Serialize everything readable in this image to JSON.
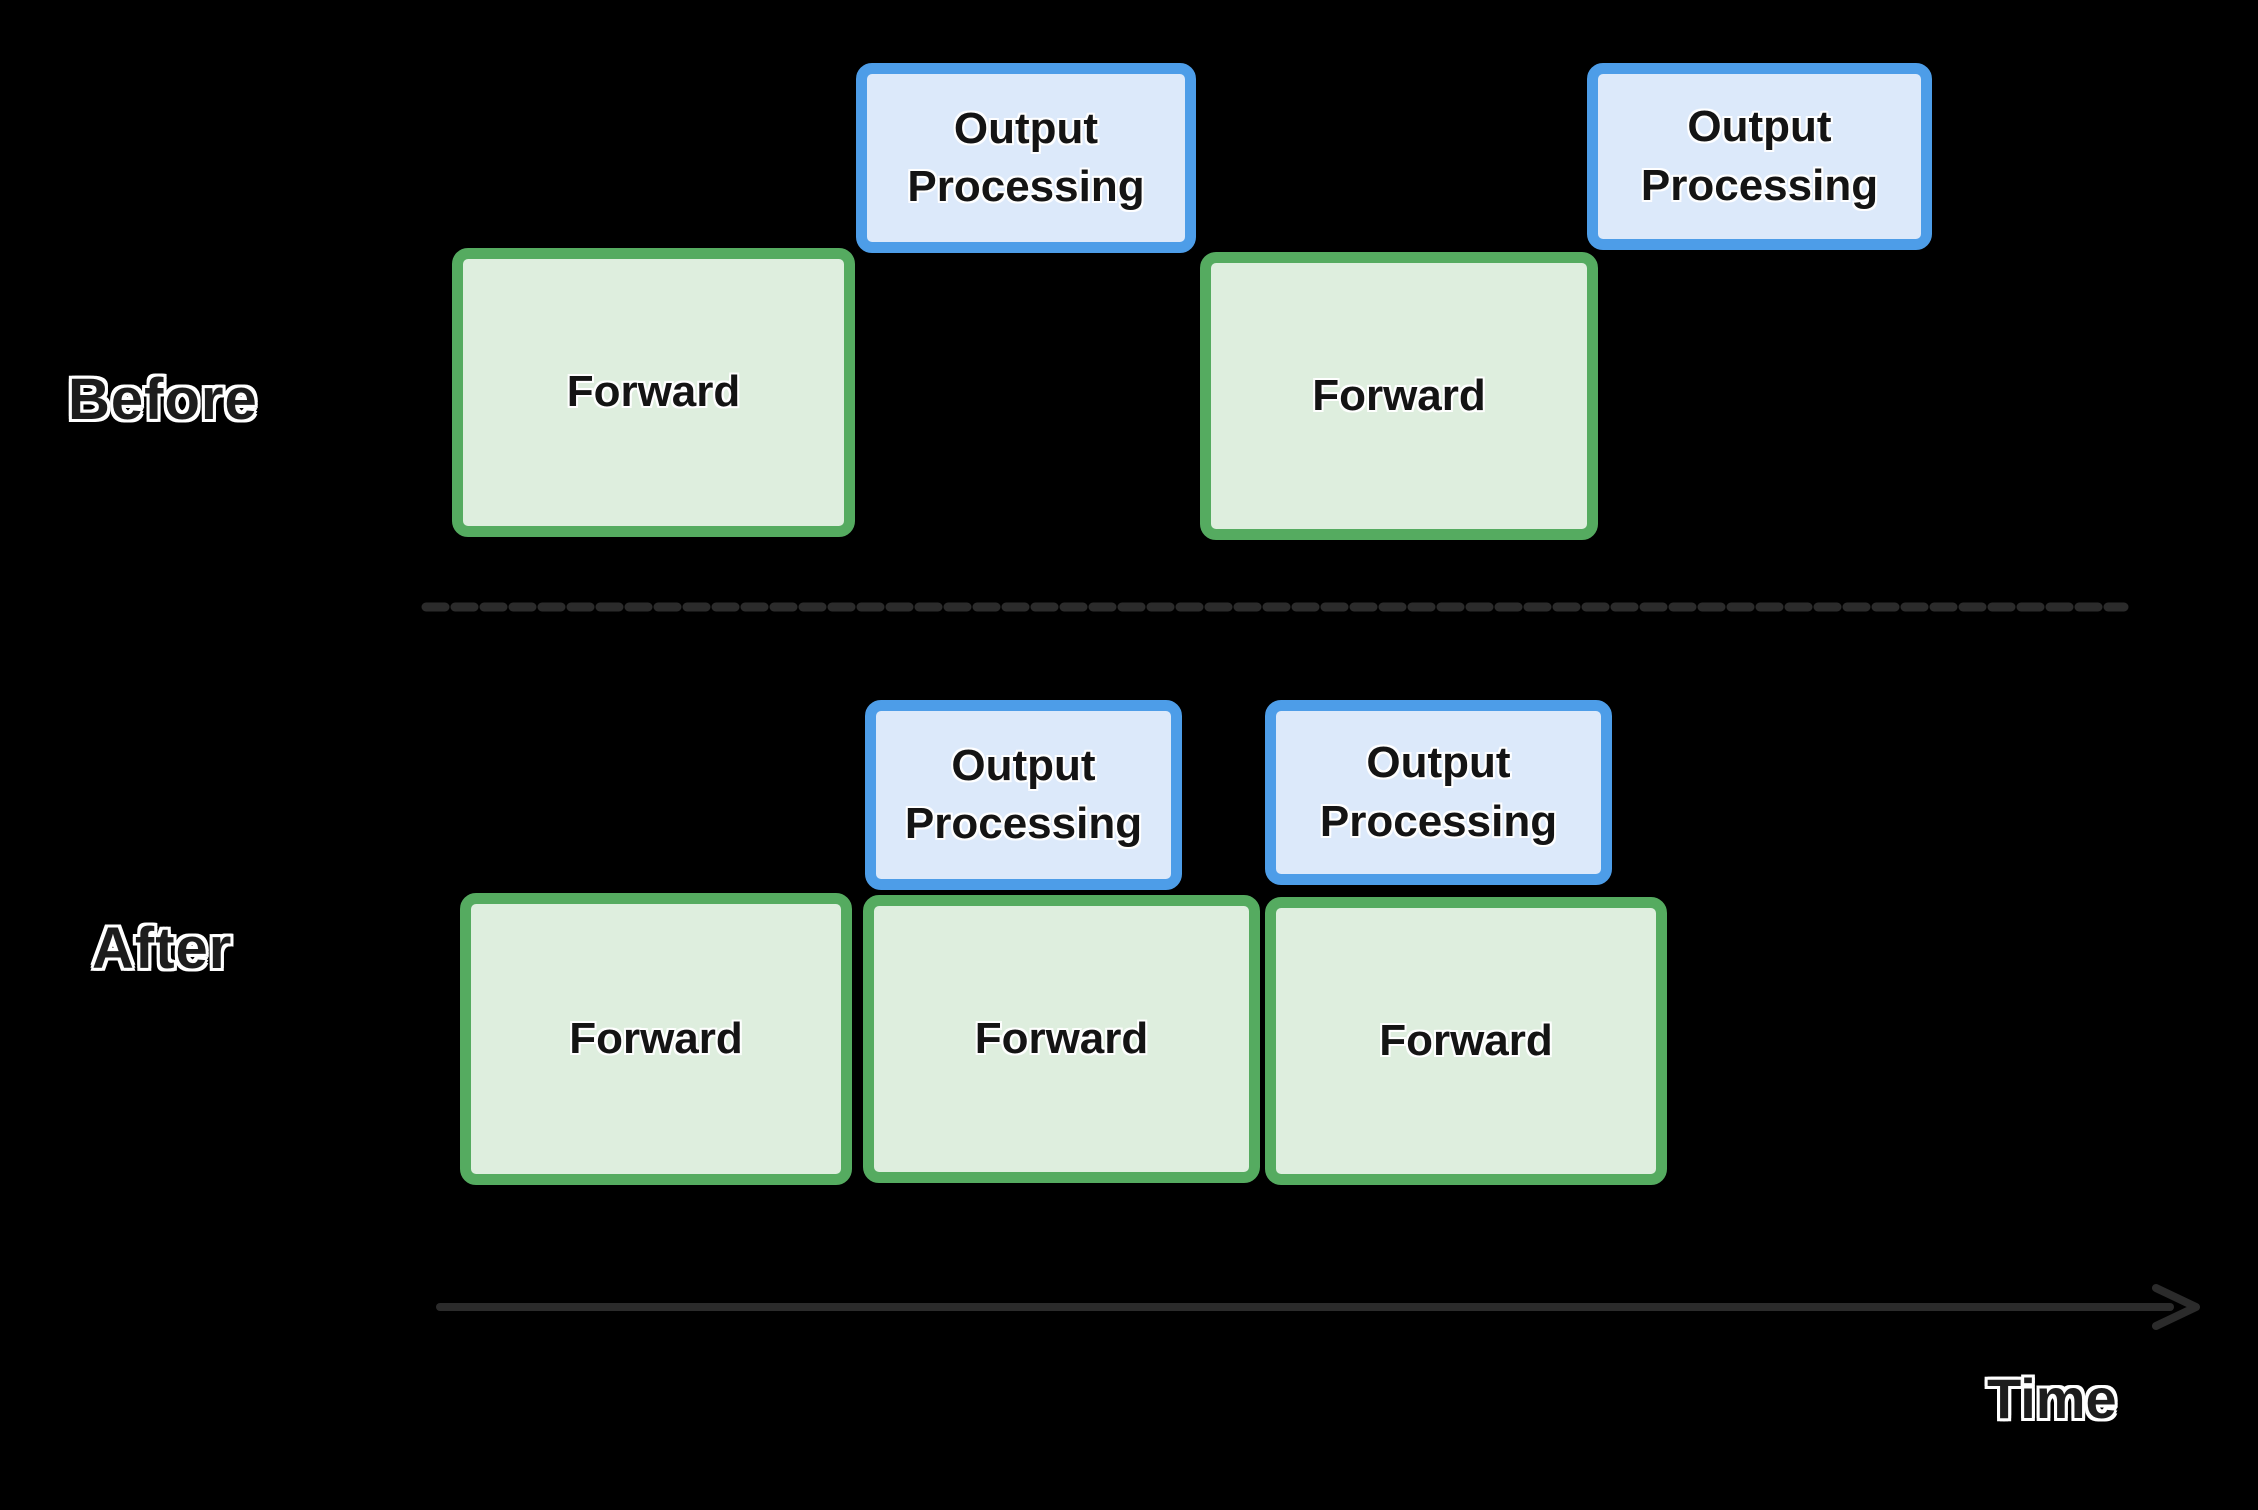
{
  "diagram": {
    "title_semantics": "prefill chunking timeline comparison",
    "rows": {
      "before": {
        "label": "Before",
        "boxes": [
          {
            "type": "forward",
            "label": "Forward"
          },
          {
            "type": "output",
            "label": "Output Processing"
          },
          {
            "type": "forward",
            "label": "Forward"
          },
          {
            "type": "output",
            "label": "Output Processing"
          }
        ]
      },
      "after": {
        "label": "After",
        "boxes": [
          {
            "type": "forward",
            "label": "Forward"
          },
          {
            "type": "output",
            "label": "Output Processing"
          },
          {
            "type": "forward",
            "label": "Forward"
          },
          {
            "type": "output",
            "label": "Output Processing"
          },
          {
            "type": "forward",
            "label": "Forward"
          }
        ]
      }
    },
    "axis": {
      "label": "Time"
    },
    "colors": {
      "background": "#000000",
      "forward_fill": "#deeede",
      "forward_border": "#55ab60",
      "output_fill": "#dce9fa",
      "output_border": "#4d9de8",
      "label_text": "#1d1d1d",
      "label_outline": "#ffffff",
      "box_text": "#141414",
      "divider": "#2b2b2b",
      "arrow": "#2b2b2b"
    }
  }
}
